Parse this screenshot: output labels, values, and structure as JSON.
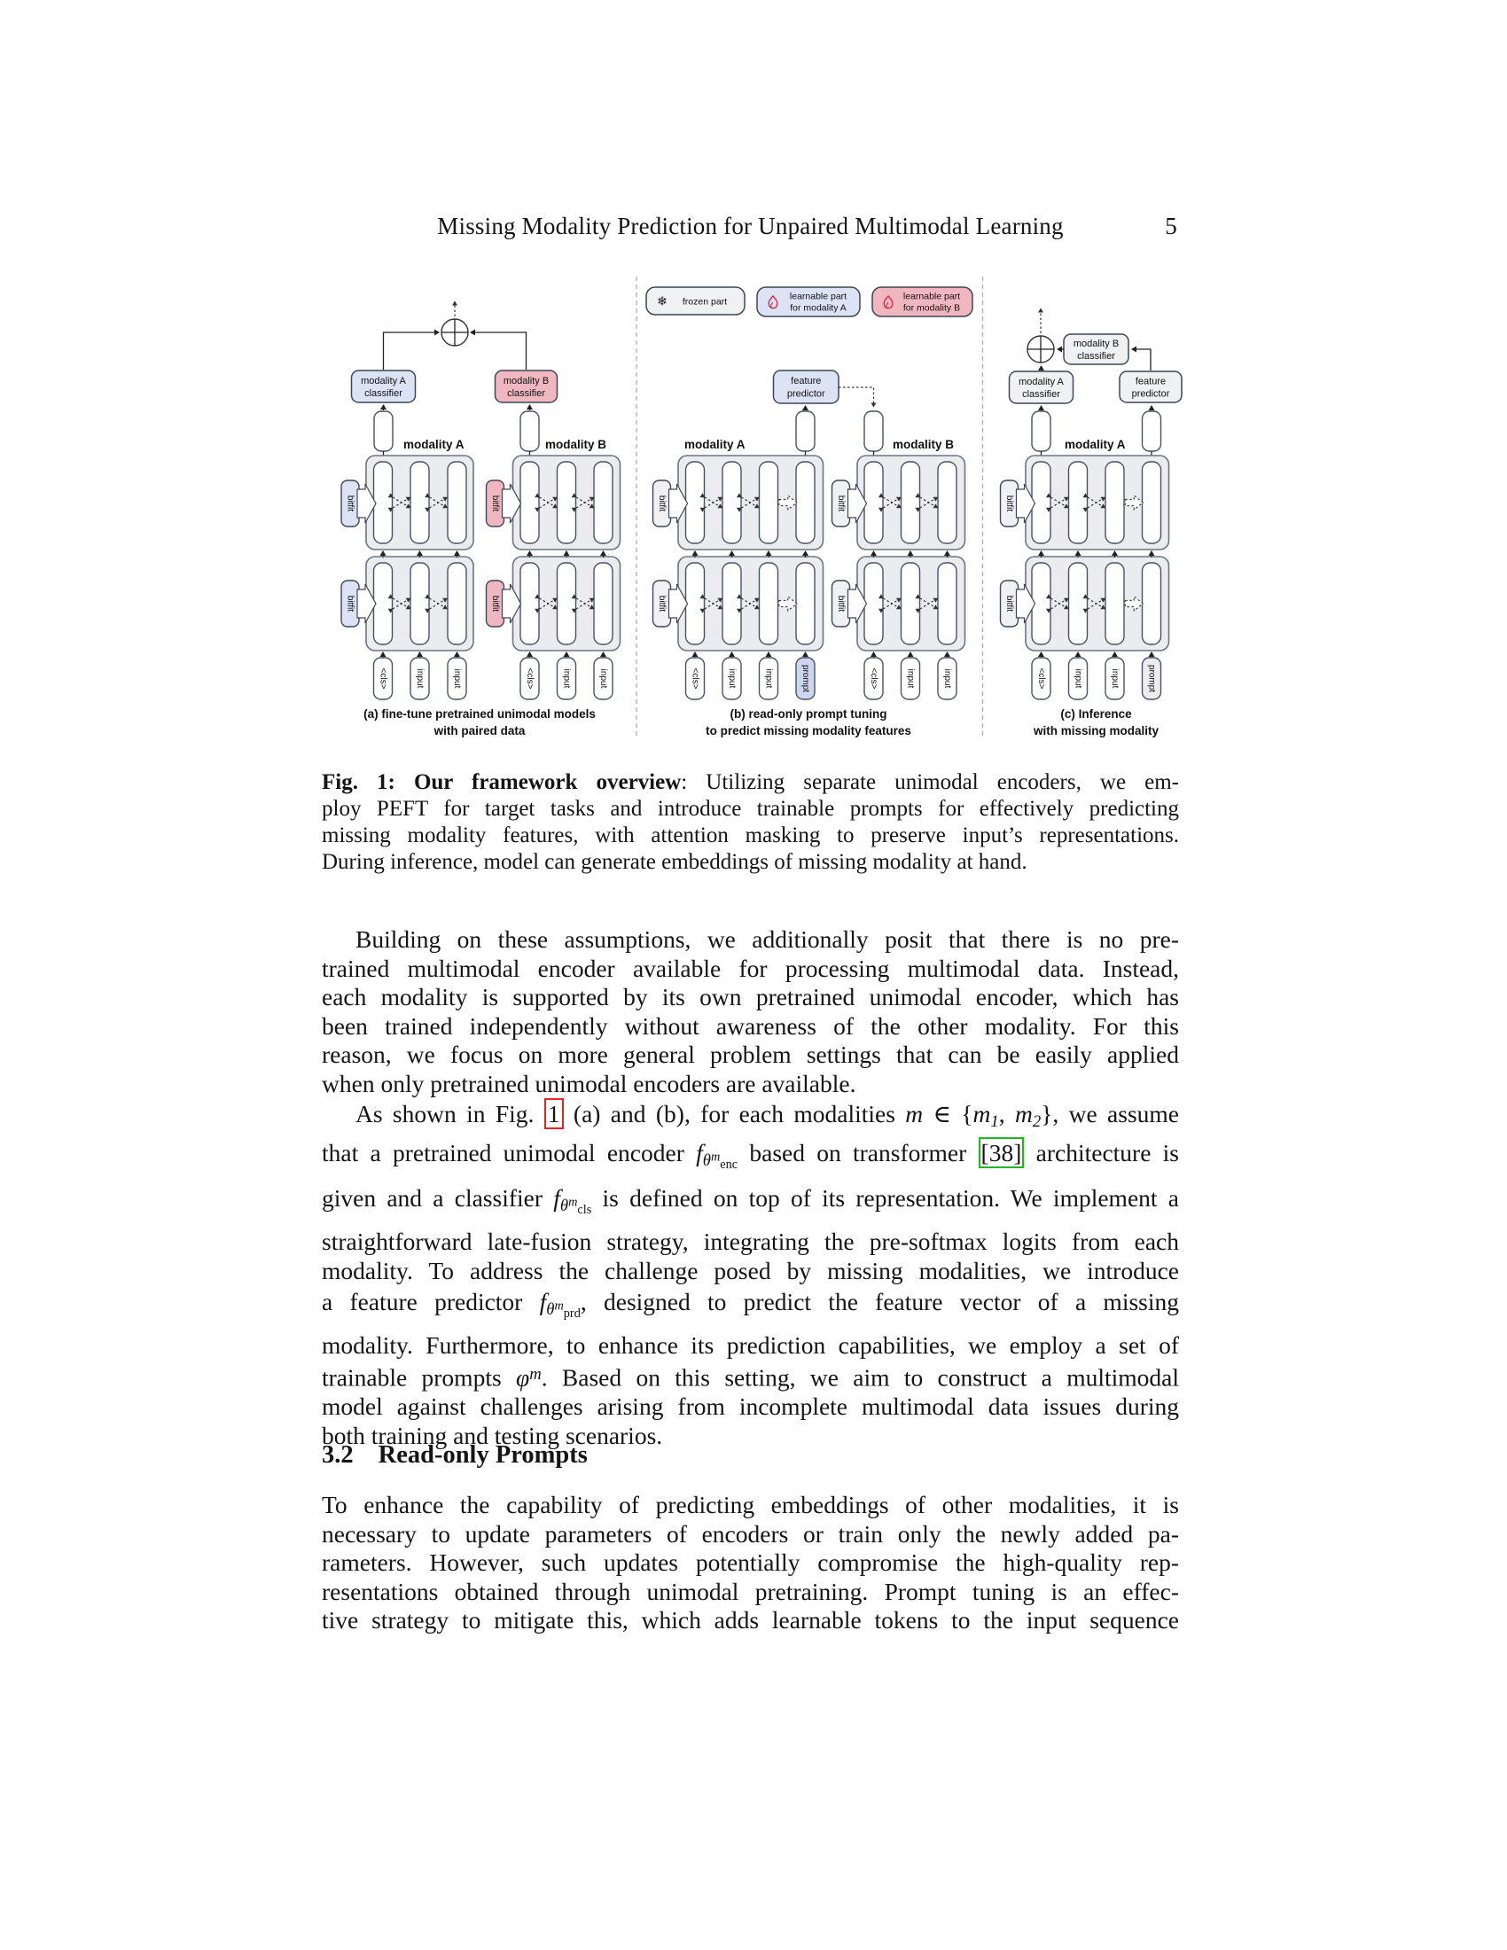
{
  "page": {
    "header": "Missing Modality Prediction for Unpaired Multimodal Learning",
    "page_number": "5"
  },
  "figure": {
    "legend": {
      "frozen": "frozen part",
      "a1": "learnable part",
      "a2": "for modality A",
      "b1": "learnable part",
      "b2": "for modality B"
    },
    "labels": {
      "modality_a": "modality A",
      "modality_b": "modality B",
      "bitfit": "bitfit"
    },
    "tokens": {
      "cls": "<cls>",
      "input": "input",
      "prompt": "prompt"
    },
    "boxes": {
      "cls_a1": "modality A",
      "cls_a2": "classifier",
      "cls_b1": "modality B",
      "cls_b2": "classifier",
      "fp1": "feature",
      "fp2": "predictor"
    },
    "captions": {
      "a1": "(a) fine-tune pretrained unimodal models",
      "a2": "with paired data",
      "b1": "(b) read-only prompt tuning",
      "b2": "to predict missing modality features",
      "c1": "(c) Inference",
      "c2": "with missing modality"
    },
    "colors": {
      "blue": "#dce3f5",
      "pink": "#f0b7c1",
      "gray": "#f0f1f3",
      "snowflake": "#4d8fdd",
      "flame": "#cc3347"
    }
  },
  "caption": {
    "line1": [
      {
        "t": "Fig. 1: Our framework overview",
        "c": "b"
      },
      {
        "t": ": Utilizing separate unimodal encoders, we em-"
      }
    ],
    "line2": "ploy PEFT for target tasks and introduce trainable prompts for effectively predicting",
    "line3": "missing modality features, with attention masking to preserve input’s representations.",
    "line4": "During inference, model can generate embeddings of missing modality at hand."
  },
  "body": {
    "p1": {
      "lines": [
        "Building on these assumptions, we additionally posit that there is no pre-",
        "trained multimodal encoder available for processing multimodal data. Instead,",
        "each modality is supported by its own pretrained unimodal encoder, which has",
        "been trained independently without awareness of the other modality. For this",
        "reason, we focus on more general problem settings that can be easily applied",
        "when only pretrained unimodal encoders are available."
      ]
    },
    "p2": {
      "lines": [
        [
          {
            "t": "As shown in Fig. "
          },
          {
            "t": "1",
            "c": "bx-red"
          },
          {
            "t": " (a) and (b), for each modalities "
          },
          {
            "t": "m",
            "c": "it"
          },
          {
            "t": " ∈ {"
          },
          {
            "t": "m",
            "c": "it"
          },
          {
            "t": "1",
            "c": "sb"
          },
          {
            "t": ", "
          },
          {
            "t": "m",
            "c": "it"
          },
          {
            "t": "2",
            "c": "sb"
          },
          {
            "t": "}, we assume"
          }
        ],
        [
          {
            "t": "that a pretrained unimodal encoder "
          },
          {
            "t": "f",
            "c": "it"
          },
          {
            "t": "θ",
            "c": "sb"
          },
          {
            "t": "m",
            "c": "sbp"
          },
          {
            "t": "enc",
            "c": "sb2"
          },
          {
            "t": " based on transformer "
          },
          {
            "t": "[38]",
            "c": "bx-green"
          },
          {
            "t": " architecture is"
          }
        ],
        [
          {
            "t": "given and a classifier "
          },
          {
            "t": "f",
            "c": "it"
          },
          {
            "t": "θ",
            "c": "sb"
          },
          {
            "t": "m",
            "c": "sbp"
          },
          {
            "t": "cls",
            "c": "sb2"
          },
          {
            "t": " is defined on top of its representation. We implement a"
          }
        ],
        [
          {
            "t": "straightforward late-fusion strategy, integrating the pre-softmax logits from each"
          }
        ],
        [
          {
            "t": "modality. To address the challenge posed by missing modalities, we introduce"
          }
        ],
        [
          {
            "t": "a feature predictor "
          },
          {
            "t": "f",
            "c": "it"
          },
          {
            "t": "θ",
            "c": "sb"
          },
          {
            "t": "m",
            "c": "sbp"
          },
          {
            "t": "prd",
            "c": "sb2"
          },
          {
            "t": ", designed to predict the feature vector of a missing"
          }
        ],
        [
          {
            "t": "modality. Furthermore, to enhance its prediction capabilities, we employ a set of"
          }
        ],
        [
          {
            "t": "trainable prompts "
          },
          {
            "t": "φ",
            "c": "it"
          },
          {
            "t": "m",
            "c": "sp"
          },
          {
            "t": ". Based on this setting, we aim to construct a multimodal"
          }
        ],
        [
          {
            "t": "model against challenges arising from incomplete multimodal data issues during"
          }
        ],
        [
          {
            "t": "both training and testing scenarios."
          }
        ]
      ]
    },
    "heading": {
      "number": "3.2",
      "title": "Read-only Prompts"
    },
    "p3": {
      "lines": [
        "To enhance the capability of predicting embeddings of other modalities, it is",
        "necessary to update parameters of encoders or train only the newly added pa-",
        "rameters. However, such updates potentially compromise the high-quality rep-",
        "resentations obtained through unimodal pretraining. Prompt tuning is an effec-",
        "tive strategy to mitigate this, which adds learnable tokens to the input sequence"
      ]
    }
  }
}
